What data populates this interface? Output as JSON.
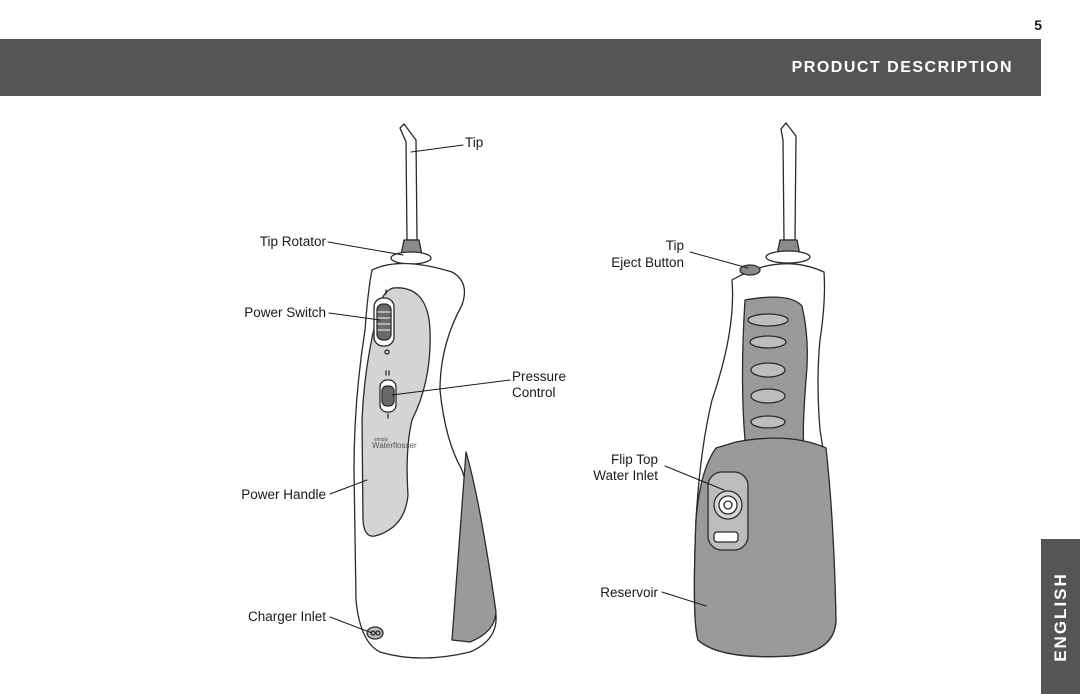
{
  "page": {
    "number": "5"
  },
  "header": {
    "title": "PRODUCT DESCRIPTION"
  },
  "side_tab": {
    "label": "ENGLISH"
  },
  "left_device": {
    "labels": {
      "tip": "Tip",
      "tip_rotator": "Tip Rotator",
      "power_switch": "Power Switch",
      "pressure_control_1": "Pressure",
      "pressure_control_2": "Control",
      "power_handle": "Power Handle",
      "charger_inlet": "Charger Inlet"
    },
    "brand_small": "simply",
    "brand": "Waterflosser"
  },
  "right_device": {
    "labels": {
      "tip_eject_1": "Tip",
      "tip_eject_2": "Eject Button",
      "flip_top_1": "Flip Top",
      "flip_top_2": "Water Inlet",
      "reservoir": "Reservoir"
    }
  },
  "colors": {
    "header_bg": "#555555",
    "header_text": "#ffffff",
    "device_gray": "#9a9a9a",
    "device_light": "#d4d4d4"
  }
}
